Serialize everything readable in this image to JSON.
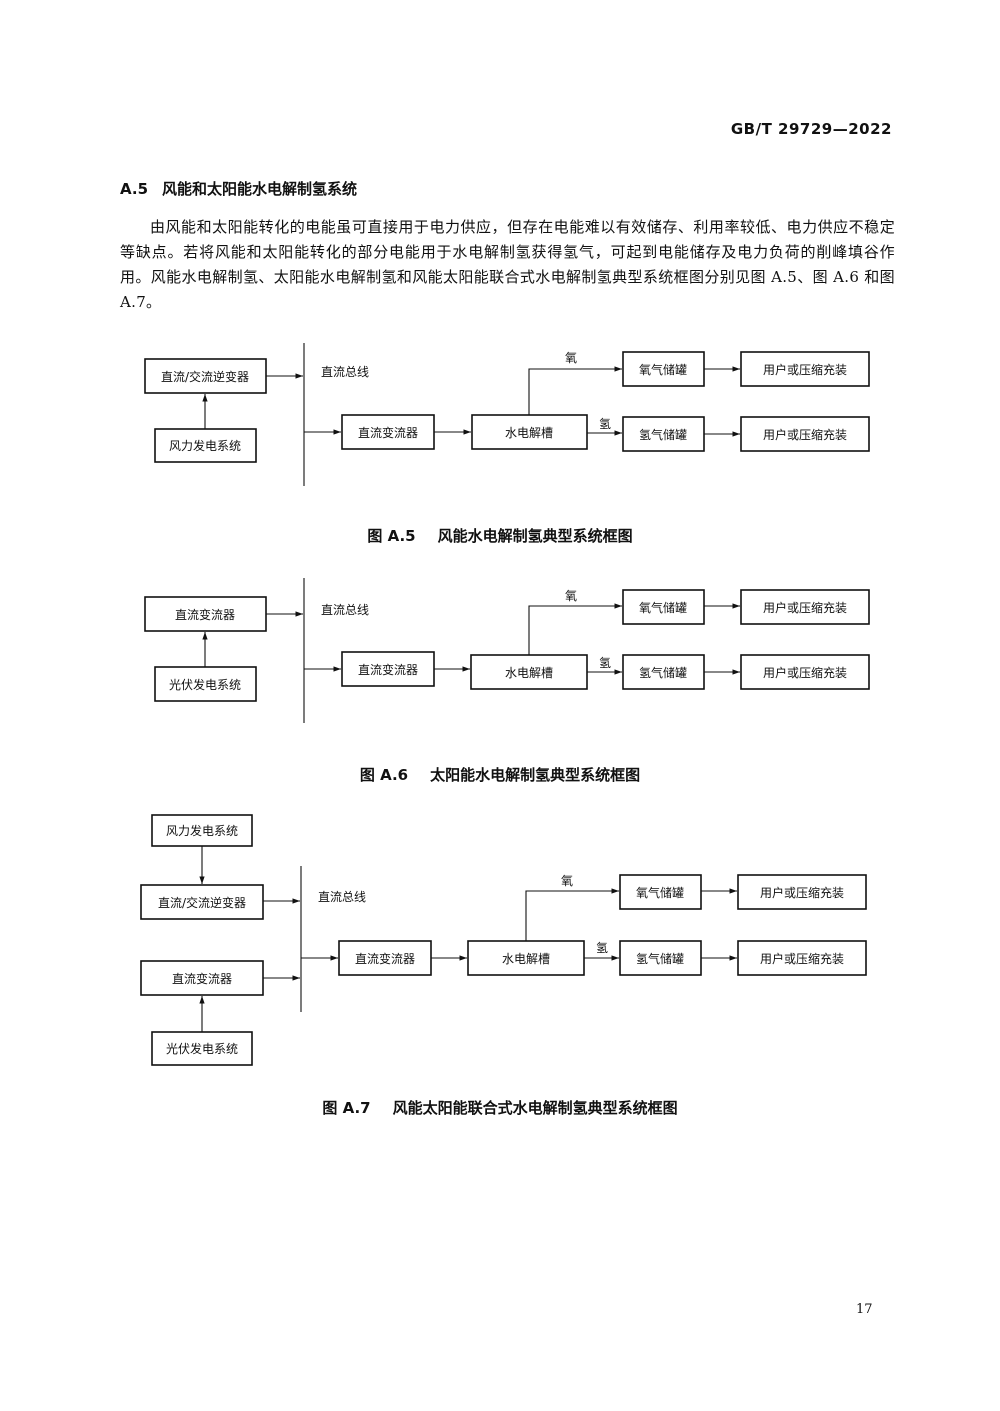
{
  "header": {
    "standard_number": "GB/T 29729—2022"
  },
  "section": {
    "number": "A.5",
    "title": "风能和太阳能水电解制氢系统",
    "paragraph": "由风能和太阳能转化的电能虽可直接用于电力供应，但存在电能难以有效储存、利用率较低、电力供应不稳定等缺点。若将风能和太阳能转化的部分电能用于水电解制氢获得氢气，可起到电能储存及电力负荷的削峰填谷作用。风能水电解制氢、太阳能水电解制氢和风能太阳能联合式水电解制氢典型系统框图分别见图 A.5、图 A.6 和图 A.7。"
  },
  "labels": {
    "dc_bus": "直流总线",
    "dc_ac_inverter": "直流/交流逆变器",
    "wind_system": "风力发电系统",
    "pv_system": "光伏发电系统",
    "dc_converter": "直流变流器",
    "electrolyzer": "水电解槽",
    "oxygen": "氧",
    "hydrogen": "氢",
    "oxygen_tank": "氧气储罐",
    "hydrogen_tank": "氢气储罐",
    "user_or_compression": "用户或压缩充装"
  },
  "figures": [
    {
      "number": "图 A.5",
      "title": "风能水电解制氢典型系统框图"
    },
    {
      "number": "图 A.6",
      "title": "太阳能水电解制氢典型系统框图"
    },
    {
      "number": "图 A.7",
      "title": "风能太阳能联合式水电解制氢典型系统框图"
    }
  ],
  "footer": {
    "page_number": "17"
  }
}
